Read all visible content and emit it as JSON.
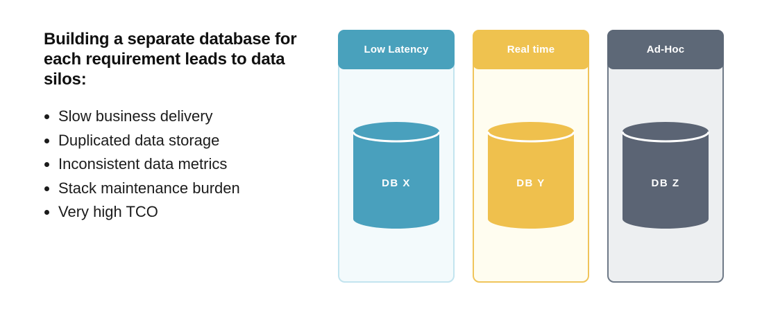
{
  "page": {
    "background_color": "#ffffff"
  },
  "intro": {
    "heading": "Building a separate database for each requirement leads to data silos:",
    "bullets": [
      "Slow business delivery",
      "Duplicated data storage",
      "Inconsistent data metrics",
      "Stack maintenance burden",
      "Very high TCO"
    ]
  },
  "cards": [
    {
      "label": "Low Latency",
      "db_label": "DB X",
      "icon": "database-cylinder-icon",
      "header_color": "#49A1BC",
      "cylinder_color": "#49A0BD",
      "body_color": "#F3FAFC",
      "border_color": "#C2E4EF"
    },
    {
      "label": "Real time",
      "db_label": "DB Y",
      "icon": "database-cylinder-icon",
      "header_color": "#EFC24F",
      "cylinder_color": "#EFC04D",
      "body_color": "#FFFDF0",
      "border_color": "#F0C45A"
    },
    {
      "label": "Ad-Hoc",
      "db_label": "DB Z",
      "icon": "database-cylinder-icon",
      "header_color": "#5D6877",
      "cylinder_color": "#5B6474",
      "body_color": "#EDEFF1",
      "border_color": "#6E7987"
    }
  ]
}
